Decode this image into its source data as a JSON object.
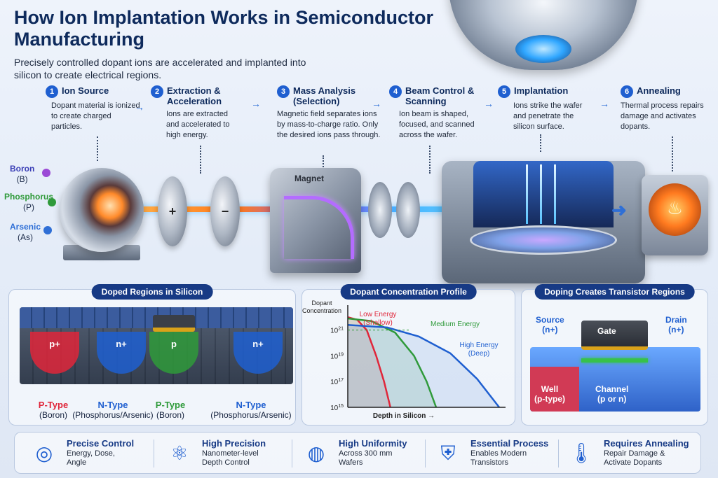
{
  "header": {
    "title": "How Ion Implantation Works in Semiconductor Manufacturing",
    "subtitle": "Precisely controlled dopant ions are accelerated and implanted into silicon to create electrical regions."
  },
  "steps": [
    {
      "num": "1",
      "title": "Ion Source",
      "desc": "Dopant material is ionized to create charged particles."
    },
    {
      "num": "2",
      "title": "Extraction & Acceleration",
      "desc": "Ions are extracted and accelerated to high energy."
    },
    {
      "num": "3",
      "title": "Mass Analysis (Selection)",
      "desc": "Magnetic field separates ions by mass-to-charge ratio. Only the desired ions pass through."
    },
    {
      "num": "4",
      "title": "Beam Control & Scanning",
      "desc": "Ion beam is shaped, focused, and scanned across the wafer."
    },
    {
      "num": "5",
      "title": "Implantation",
      "desc": "Ions strike the wafer and penetrate the silicon surface."
    },
    {
      "num": "6",
      "title": "Annealing",
      "desc": "Thermal process repairs damage and activates dopants."
    }
  ],
  "dopants": [
    {
      "name": "Boron",
      "symbol": "(B)",
      "color": "#9b4ad6"
    },
    {
      "name": "Phosphorus",
      "symbol": "(P)",
      "color": "#2f9a3a"
    },
    {
      "name": "Arsenic",
      "symbol": "(As)",
      "color": "#2f6fd6"
    }
  ],
  "equipment": {
    "magnet_label": "Magnet",
    "plus": "+",
    "minus": "−"
  },
  "panel1": {
    "title": "Doped Regions in Silicon",
    "regions": [
      {
        "mark": "p+",
        "type": "P-Type",
        "dopant": "(Boron)",
        "color": "#e0263a"
      },
      {
        "mark": "n+",
        "type": "N-Type",
        "dopant": "(Phosphorus/Arsenic)",
        "color": "#1f5fd0"
      },
      {
        "mark": "p",
        "type": "P-Type",
        "dopant": "(Boron)",
        "color": "#2f9a3a"
      },
      {
        "mark": "n+",
        "type": "N-Type",
        "dopant": "(Phosphorus/Arsenic)",
        "color": "#1f5fd0"
      }
    ]
  },
  "chart_data": {
    "type": "line",
    "title": "Dopant Concentration Profile",
    "xlabel": "Depth in Silicon",
    "ylabel": "Dopant Concentration",
    "yscale": "log",
    "y_ticks": [
      "10^15",
      "10^17",
      "10^19",
      "10^21"
    ],
    "y_tick_values": [
      15,
      17,
      19,
      21
    ],
    "ylim": [
      15,
      22.5
    ],
    "xlim": [
      0,
      10
    ],
    "grid": false,
    "legend": "annotations",
    "series": [
      {
        "name": "Low Energy (Shallow)",
        "color": "#e0263a",
        "x": [
          0,
          0.6,
          1.2,
          1.8,
          2.3,
          2.7
        ],
        "y": [
          22,
          21.8,
          21.0,
          19.0,
          17.0,
          15.0
        ]
      },
      {
        "name": "Medium Energy",
        "color": "#2f9a3a",
        "x": [
          0,
          1.5,
          3.0,
          4.2,
          5.0,
          5.6
        ],
        "y": [
          21.9,
          21.7,
          20.8,
          19.0,
          17.0,
          15.0
        ]
      },
      {
        "name": "High Energy (Deep)",
        "color": "#1f5fd0",
        "x": [
          0,
          2.5,
          4.5,
          6.5,
          8.2,
          9.6
        ],
        "y": [
          21.4,
          21.2,
          20.5,
          19.2,
          17.2,
          15.0
        ]
      }
    ]
  },
  "panel3": {
    "title": "Doping Creates Transistor Regions",
    "source": "Source",
    "source_type": "(n+)",
    "drain": "Drain",
    "drain_type": "(n+)",
    "gate": "Gate",
    "well": "Well",
    "well_type": "(p-type)",
    "channel": "Channel",
    "channel_type": "(p or n)"
  },
  "features": [
    {
      "icon": "target-icon",
      "glyph": "◎",
      "title": "Precise Control",
      "desc": "Energy, Dose, Angle"
    },
    {
      "icon": "atom-icon",
      "glyph": "⚛",
      "title": "High Precision",
      "desc": "Nanometer-level Depth Control"
    },
    {
      "icon": "wafer-icon",
      "glyph": "◍",
      "title": "High Uniformity",
      "desc": "Across 300 mm Wafers"
    },
    {
      "icon": "shield-icon",
      "glyph": "⛨",
      "title": "Essential Process",
      "desc": "Enables Modern Transistors"
    },
    {
      "icon": "thermometer-icon",
      "glyph": "🌡",
      "title": "Requires Annealing",
      "desc": "Repair Damage & Activate Dopants"
    }
  ]
}
